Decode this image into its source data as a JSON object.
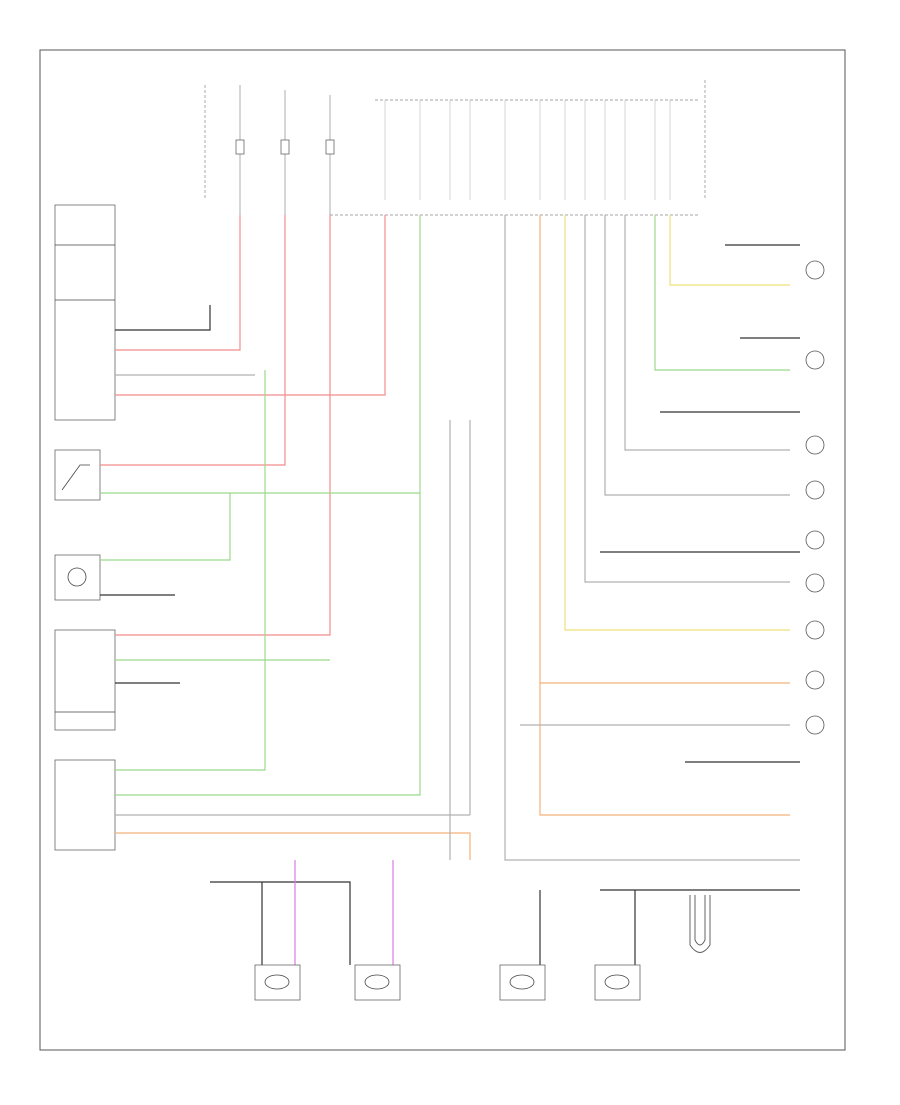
{
  "diagram": {
    "bottom_code": "",
    "colors": {
      "red": "#f48c8c",
      "green": "#9bd98b",
      "orange": "#f3b27c",
      "yellow": "#efe07a",
      "magenta": "#dd7ae6",
      "black": "#333333",
      "gray": "#b0b0b0"
    },
    "components": [
      {
        "id": "multifunction-switch",
        "label": ""
      },
      {
        "id": "stop-lamp-switch",
        "label": ""
      },
      {
        "id": "high-mounted-stop-lamp",
        "label": ""
      },
      {
        "id": "hazard-switch",
        "label": ""
      },
      {
        "id": "cluster",
        "label": ""
      },
      {
        "id": "junction-block",
        "label": ""
      },
      {
        "id": "right-license-lamp",
        "label": ""
      },
      {
        "id": "left-license-lamp",
        "label": ""
      },
      {
        "id": "left-rear-tail-lamp",
        "label": ""
      },
      {
        "id": "right-rear-tail-lamp",
        "label": ""
      }
    ],
    "right_lamps": [
      {
        "id": "right-tail-lamp",
        "label": ""
      },
      {
        "id": "left-tail-lamp",
        "label": ""
      },
      {
        "id": "right-front-turn-lamp",
        "label": ""
      },
      {
        "id": "left-front-turn-lamp",
        "label": ""
      },
      {
        "id": "right-front-park-lamp",
        "label": ""
      },
      {
        "id": "stop-lamp-right",
        "label": ""
      },
      {
        "id": "tail-lamp-right",
        "label": ""
      },
      {
        "id": "stop-lamp-left",
        "label": ""
      },
      {
        "id": "tail-lamp-left",
        "label": ""
      }
    ]
  }
}
